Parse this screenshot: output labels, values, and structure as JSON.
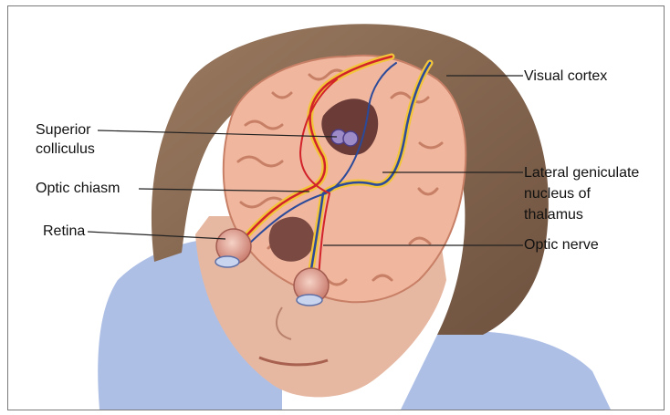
{
  "labels": {
    "visual_cortex": "Visual cortex",
    "superior_colliculus_1": "Superior",
    "superior_colliculus_2": "colliculus",
    "optic_chiasm": "Optic chiasm",
    "lgn_1": "Lateral geniculate",
    "lgn_2": "nucleus of",
    "lgn_3": "thalamus",
    "retina": "Retina",
    "optic_nerve": "Optic nerve"
  },
  "colors": {
    "hair": "#8a6a52",
    "skin": "#e6b8a2",
    "brain": "#f0b69e",
    "brain_fold": "#c77f66",
    "ventricle": "#6a3b37",
    "collar": "#aebfe6",
    "red_pathway": "#d2232a",
    "blue_pathway": "#2b4a9a",
    "yellow_pathway": "#f2c53a"
  }
}
